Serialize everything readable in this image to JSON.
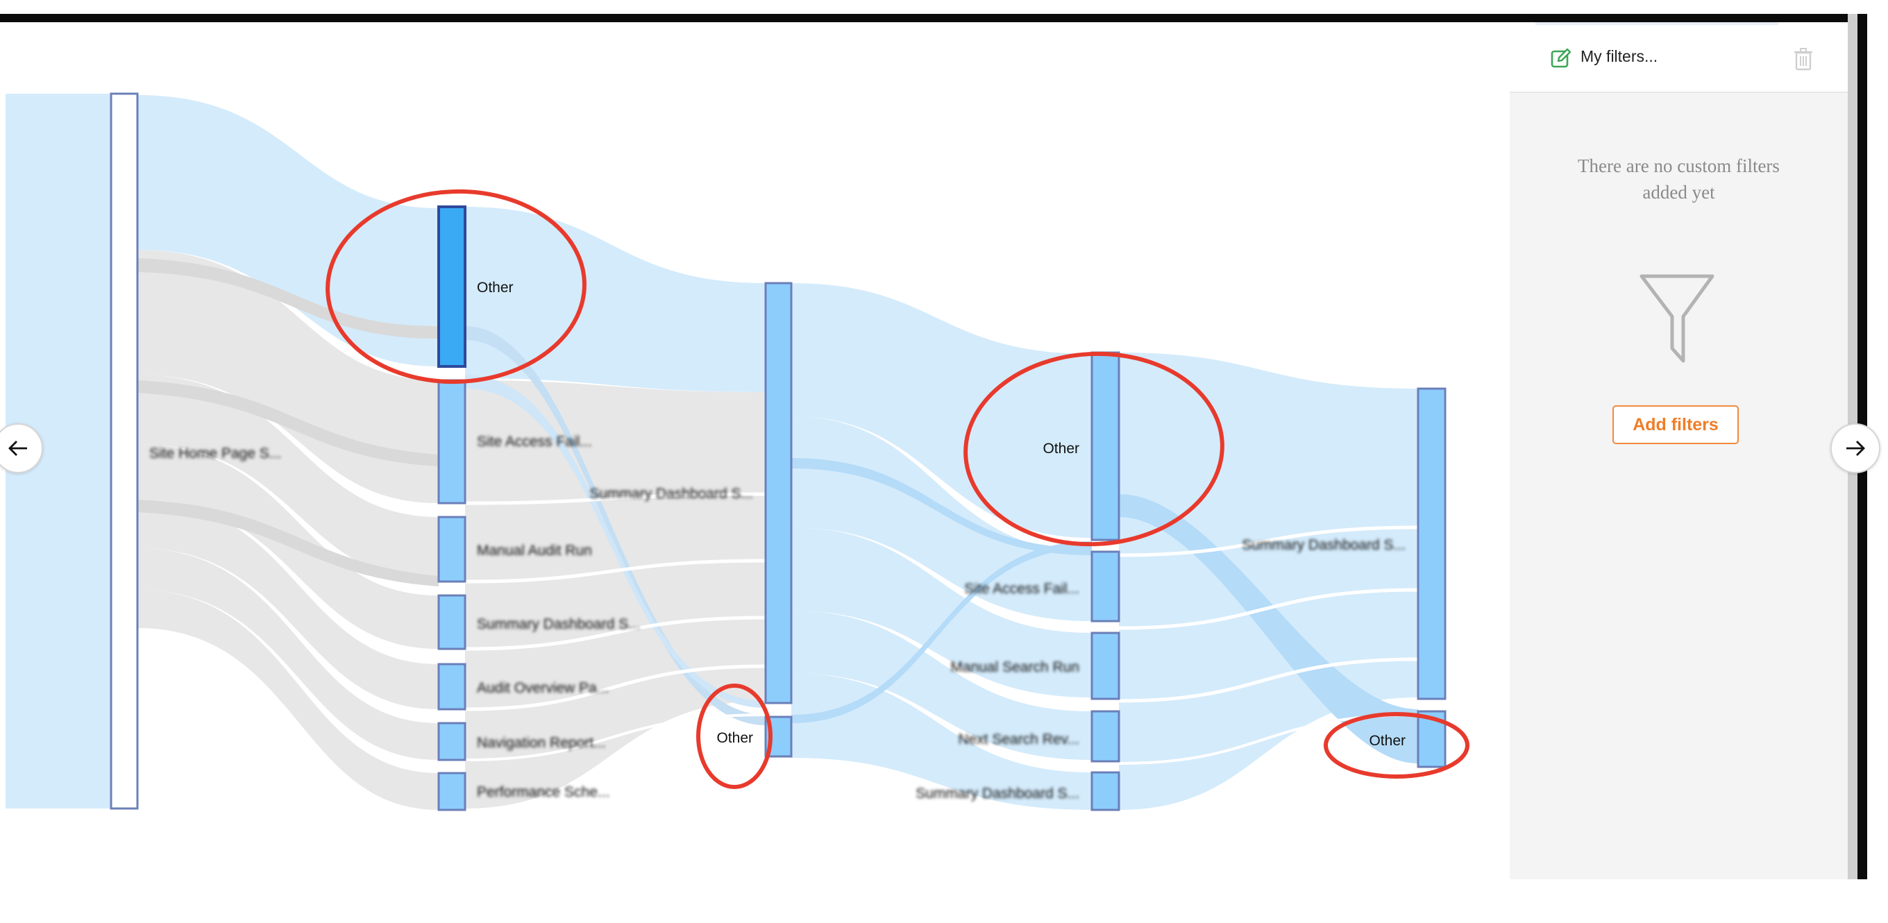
{
  "sankey": {
    "other_label": "Other",
    "steps": [
      {
        "nodes": [
          {
            "label": "Site Home Page S...",
            "blurred": true
          }
        ]
      },
      {
        "nodes": [
          {
            "label": "Other",
            "blurred": false,
            "highlighted": true
          },
          {
            "label": "Site Access Fail...",
            "blurred": true
          },
          {
            "label": "Manual Audit Run",
            "blurred": true
          },
          {
            "label": "Summary Dashboard S...",
            "blurred": true
          },
          {
            "label": "Audit Overview Pa...",
            "blurred": true
          },
          {
            "label": "Navigation Report...",
            "blurred": true
          },
          {
            "label": "Performance Sche...",
            "blurred": true
          }
        ]
      },
      {
        "nodes": [
          {
            "label": "Summary Dashboard S...",
            "blurred": true
          },
          {
            "label": "Other",
            "blurred": false,
            "highlighted": true
          }
        ]
      },
      {
        "nodes": [
          {
            "label": "Other",
            "blurred": false,
            "highlighted": true
          },
          {
            "label": "Site Access Fail...",
            "blurred": true
          },
          {
            "label": "Manual Search Run",
            "blurred": true
          },
          {
            "label": "Next Search Rev...",
            "blurred": true
          },
          {
            "label": "Summary Dashboard S...",
            "blurred": true
          }
        ]
      },
      {
        "nodes": [
          {
            "label": "Summary Dashboard S...",
            "blurred": true
          },
          {
            "label": "Other",
            "blurred": false,
            "highlighted": true
          }
        ]
      }
    ]
  },
  "filters_panel": {
    "title": "My filters...",
    "empty_message_line1": "There are no custom filters",
    "empty_message_line2": "added yet",
    "add_button_label": "Add filters",
    "edit_icon": "edit-icon",
    "delete_icon": "trash-icon",
    "empty_icon": "funnel-icon"
  },
  "navigation": {
    "prev_icon": "arrow-left-icon",
    "next_icon": "arrow-right-icon"
  },
  "colors": {
    "flow_blue": "#d4ebfb",
    "flow_grey": "#e6e6e6",
    "node_fill": "#8ccdfc",
    "node_selected": "#3aaaf5",
    "node_border": "#6b7fb8",
    "annotation_red": "#e83a2c",
    "accent_orange": "#ef7d28"
  }
}
